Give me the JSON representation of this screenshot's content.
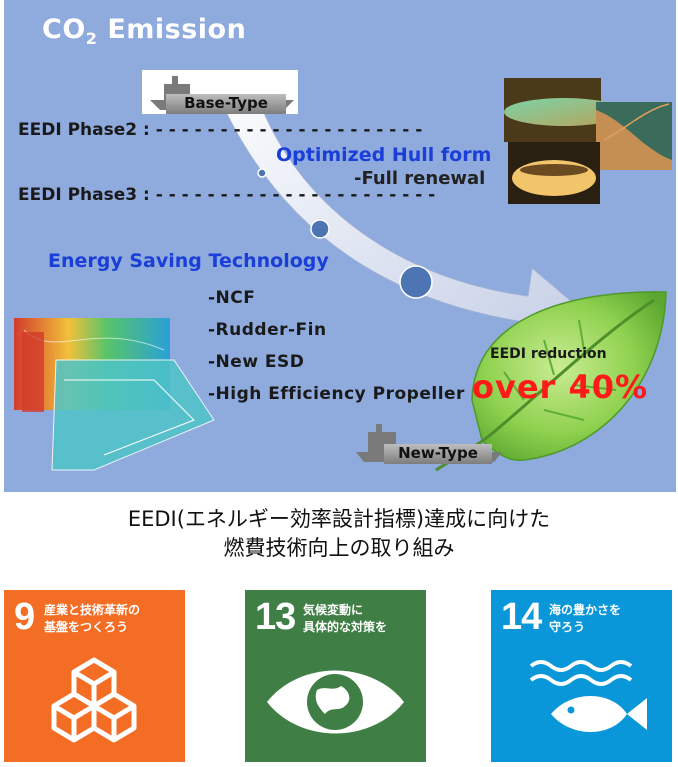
{
  "title": {
    "main": "CO",
    "sub": "2",
    "rest": " Emission"
  },
  "phases": {
    "phase2": "EEDI Phase2 : - - - - - - - - - - - - - - - - - - - - -",
    "phase3": "EEDI Phase3 : - - - - - - - - - - - - - - - - - - - - - -"
  },
  "hull": {
    "title": "Optimized Hull form",
    "sub": "-Full renewal"
  },
  "energy": {
    "title": "Energy Saving Technology",
    "items": [
      "-NCF",
      "-Rudder-Fin",
      "-New ESD",
      "-High Efficiency Propeller"
    ]
  },
  "ships": {
    "base": "Base-Type",
    "new": "New-Type"
  },
  "result": {
    "label": "EEDI reduction",
    "value": "over 40%"
  },
  "caption": {
    "line1": "EEDI(エネルギー効率設計指標)達成に向けた",
    "line2": "燃費技術向上の取り組み"
  },
  "sdgs": [
    {
      "number": "9",
      "text1": "産業と技術革新の",
      "text2": "基盤をつくろう",
      "color": "#f36d25",
      "icon": "cubes-icon"
    },
    {
      "number": "13",
      "text1": "気候変動に",
      "text2": "具体的な対策を",
      "color": "#3f7e44",
      "icon": "eye-globe-icon"
    },
    {
      "number": "14",
      "text1": "海の豊かさを",
      "text2": "守ろう",
      "color": "#0a97d9",
      "icon": "fish-waves-icon"
    }
  ]
}
